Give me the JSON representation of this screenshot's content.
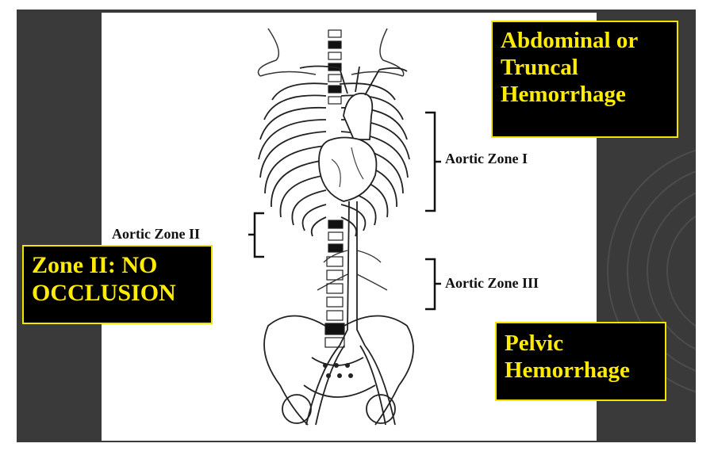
{
  "labels": {
    "zone1": "Aortic Zone I",
    "zone2": "Aortic Zone II",
    "zone3": "Aortic Zone III"
  },
  "callouts": {
    "abdominal": [
      "Abdominal or",
      "Truncal",
      "Hemorrhage"
    ],
    "zone2_note": [
      "Zone II:  NO",
      "OCCLUSION"
    ],
    "pelvic": [
      "Pelvic",
      "Hemorrhage"
    ]
  },
  "colors": {
    "slide_bg": "#3a3a3a",
    "callout_bg": "#000000",
    "callout_text": "#ffec00",
    "callout_border": "#f2e600",
    "label_text": "#111111"
  }
}
